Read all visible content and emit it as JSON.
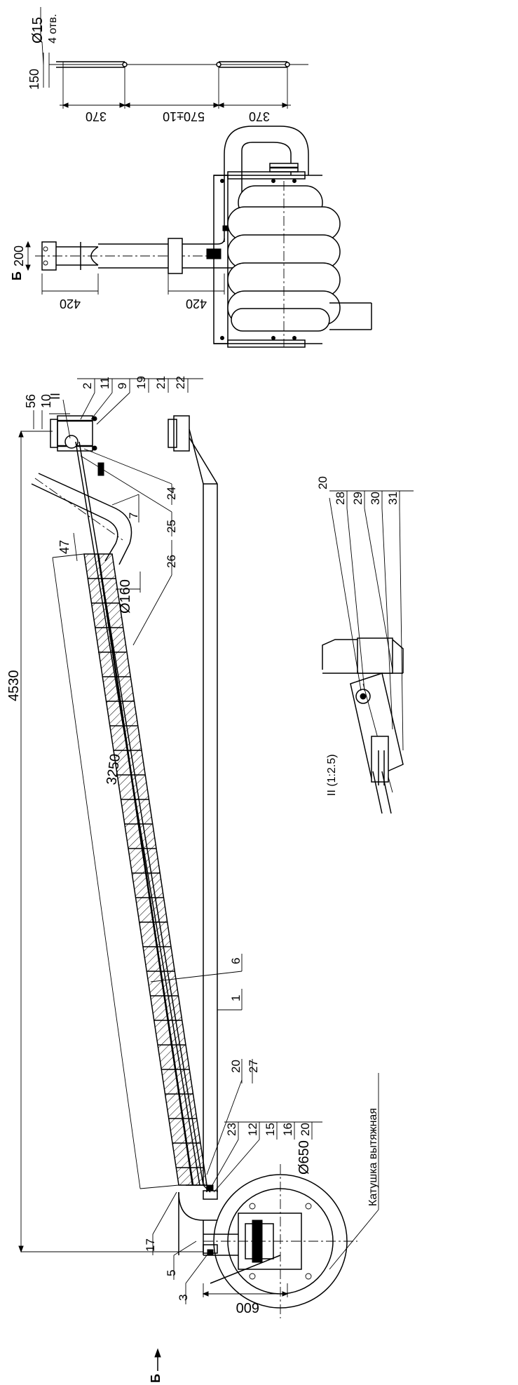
{
  "view_b_label": "Б",
  "view_b_arrow_label": "Б",
  "detail_label": "II (1:2.5)",
  "callout_ii": "II",
  "reel_label": "Катушка вытяжная",
  "dims": {
    "hole_dia": "Ø15",
    "holes": "4 отв.",
    "d150": "150",
    "d370a": "370",
    "d570": "570±10",
    "d370b": "370",
    "d200": "200",
    "d420a": "420",
    "d420b": "420",
    "d56": "56",
    "d10": "10",
    "d4530": "4530",
    "d47": "47",
    "d160": "Ø160",
    "d3250": "3250",
    "d650": "Ø650",
    "d600": "600"
  },
  "parts": {
    "top_row": [
      "2",
      "11",
      "9",
      "19",
      "21",
      "22"
    ],
    "p24": "24",
    "p25": "25",
    "p7": "7",
    "p26": "26",
    "p6": "6",
    "p1": "1",
    "p20": "20",
    "p27": "27",
    "p23": "23",
    "p12": "12",
    "p15": "15",
    "p16": "16",
    "p20b": "20",
    "p17": "17",
    "p5": "5",
    "p3": "3",
    "detail_row": [
      "20",
      "28",
      "29",
      "30",
      "31"
    ]
  }
}
